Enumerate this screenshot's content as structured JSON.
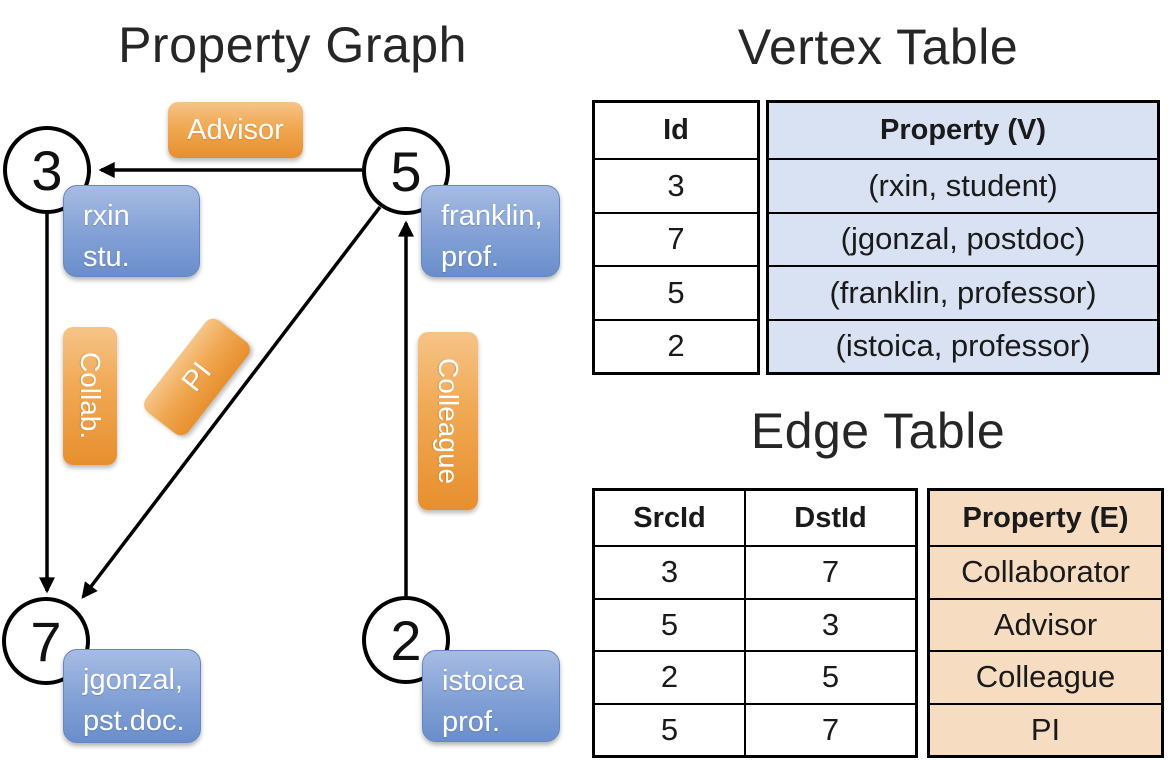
{
  "graph": {
    "title": "Property Graph",
    "nodes": [
      {
        "id": "3",
        "label_line1": "rxin",
        "label_line2": "stu."
      },
      {
        "id": "5",
        "label_line1": "franklin,",
        "label_line2": "prof."
      },
      {
        "id": "7",
        "label_line1": "jgonzal,",
        "label_line2": "pst.doc."
      },
      {
        "id": "2",
        "label_line1": "istoica",
        "label_line2": "prof."
      }
    ],
    "edge_labels": {
      "advisor": "Advisor",
      "collab": "Collab.",
      "pi": "PI",
      "colleague": "Colleague"
    }
  },
  "vertex_table": {
    "title": "Vertex Table",
    "col_id": "Id",
    "col_property": "Property (V)",
    "rows": [
      {
        "id": "3",
        "property": "(rxin, student)"
      },
      {
        "id": "7",
        "property": "(jgonzal, postdoc)"
      },
      {
        "id": "5",
        "property": "(franklin, professor)"
      },
      {
        "id": "2",
        "property": "(istoica, professor)"
      }
    ]
  },
  "edge_table": {
    "title": "Edge Table",
    "col_src": "SrcId",
    "col_dst": "DstId",
    "col_property": "Property (E)",
    "rows": [
      {
        "src": "3",
        "dst": "7",
        "property": "Collaborator"
      },
      {
        "src": "5",
        "dst": "3",
        "property": "Advisor"
      },
      {
        "src": "2",
        "dst": "5",
        "property": "Colleague"
      },
      {
        "src": "5",
        "dst": "7",
        "property": "PI"
      }
    ]
  },
  "colors": {
    "edge_label_orange": "#F0A852",
    "node_label_blue": "#82A0D5",
    "vertex_property_bg": "#D9E2F2",
    "edge_property_bg": "#F6DDC2",
    "line_black": "#000000"
  }
}
